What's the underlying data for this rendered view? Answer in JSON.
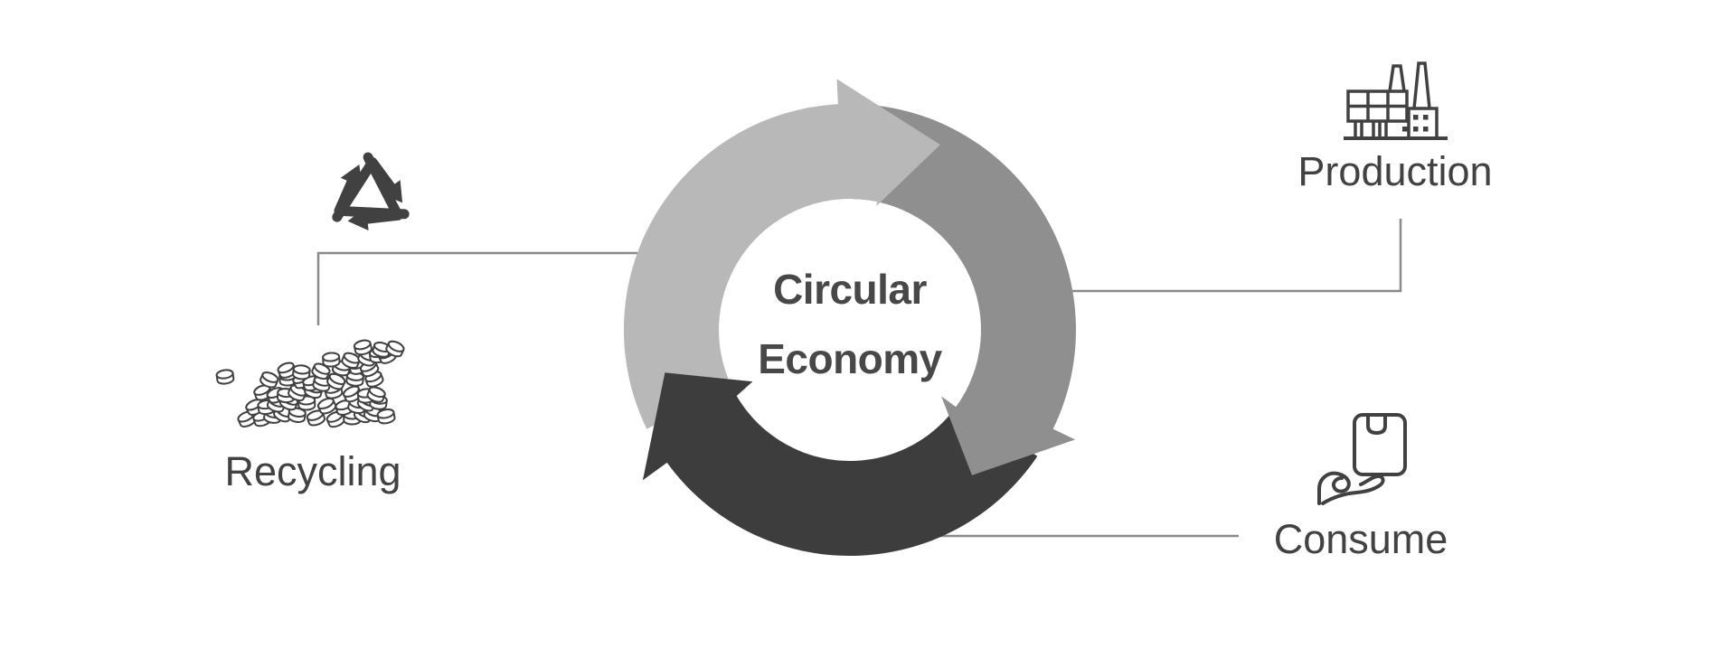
{
  "diagram": {
    "type": "cycle",
    "center": {
      "line1": "Circular",
      "line2": "Economy"
    },
    "stages": [
      {
        "id": "production",
        "label": "Production",
        "icon": "factory-icon"
      },
      {
        "id": "consume",
        "label": "Consume",
        "icon": "hand-holding-bag-icon"
      },
      {
        "id": "recycling",
        "label": "Recycling",
        "icon": "recycle-arrows-icon",
        "extra_icon": "pellet-pile-icon"
      }
    ],
    "colors": {
      "background": "#ffffff",
      "arrow_light": "#b8b8b8",
      "arrow_medium": "#8f8f8f",
      "arrow_dark": "#3d3d3d",
      "center_text": "#484848",
      "label_text": "#424242",
      "connector": "#8a8a8a",
      "icon": "#414141"
    }
  }
}
